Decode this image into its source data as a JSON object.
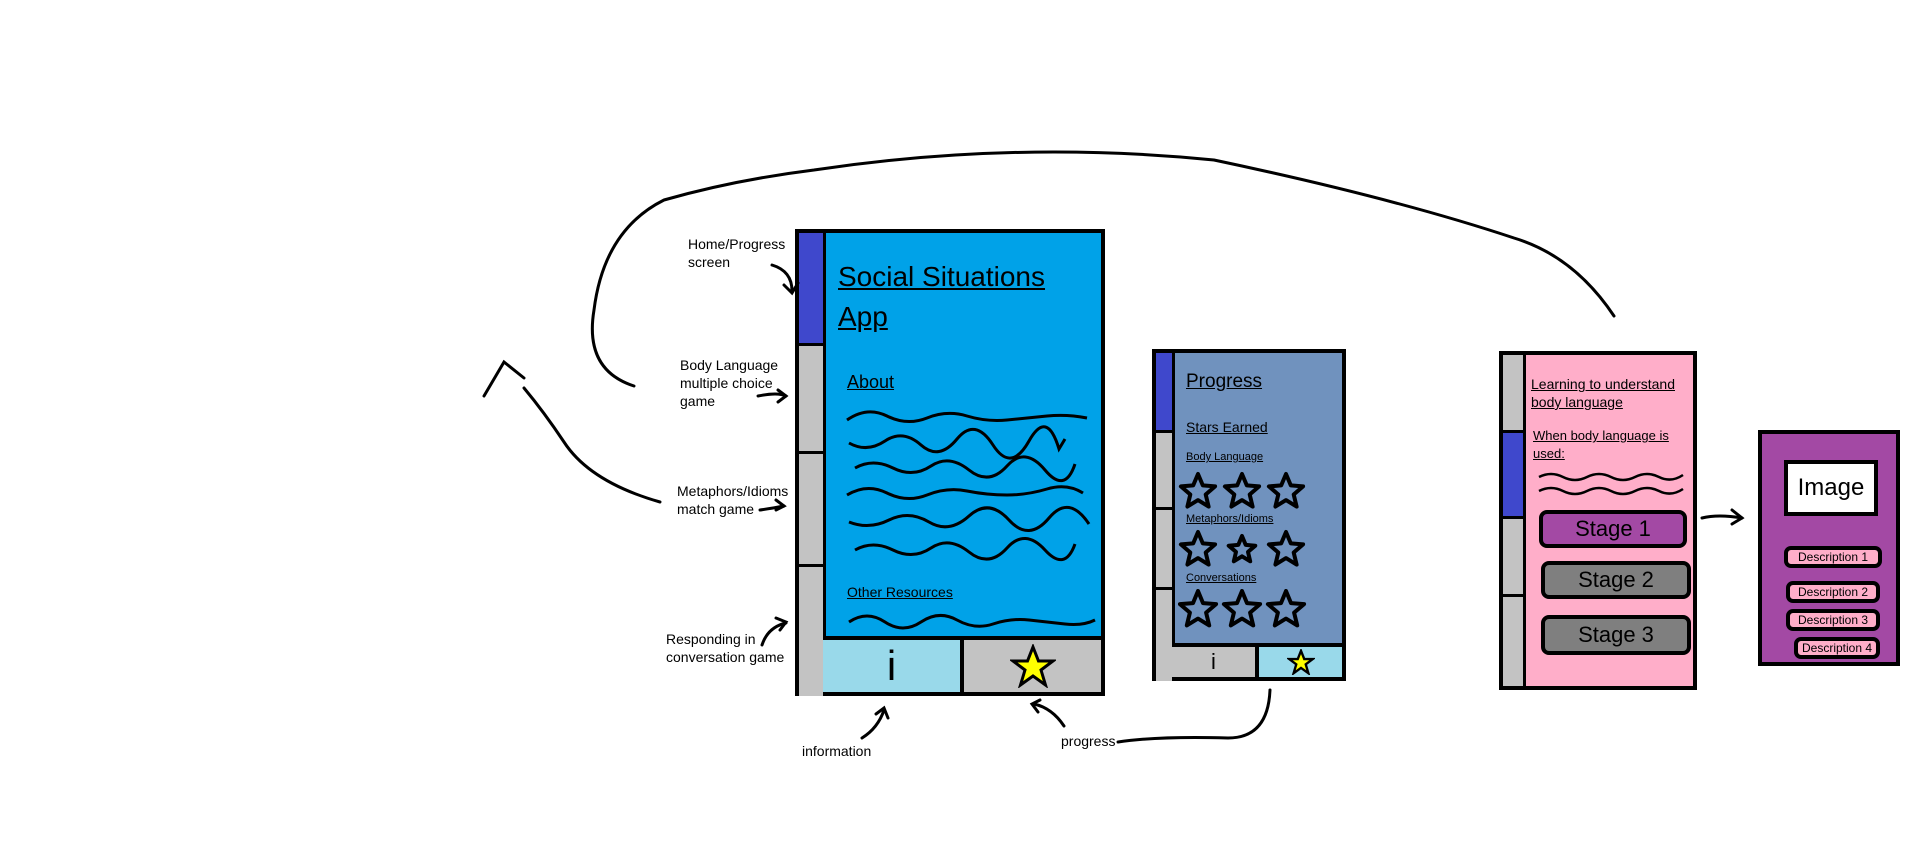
{
  "annotations": {
    "home": "Home/Progress\nscreen",
    "body_language": "Body Language\nmultiple choice\ngame",
    "metaphors": "Metaphors/Idioms\nmatch game",
    "responding": "Responding in\nconversation game",
    "information": "information",
    "progress": "progress"
  },
  "home_screen": {
    "title": "Social Situations App",
    "about_heading": "About",
    "other_resources": "Other Resources",
    "info_tab": "i",
    "progress_tab_icon": "star-icon"
  },
  "progress_screen": {
    "title": "Progress",
    "stars_earned": "Stars Earned",
    "categories": [
      {
        "label": "Body Language",
        "stars": 3
      },
      {
        "label": "Metaphors/Idioms",
        "stars": 3
      },
      {
        "label": "Conversations",
        "stars": 3
      }
    ],
    "info_tab": "i"
  },
  "lesson_screen": {
    "heading": "Learning to understand body language",
    "subheading": "When body language is used:",
    "stages": [
      {
        "label": "Stage 1",
        "state": "selected"
      },
      {
        "label": "Stage 2",
        "state": "default"
      },
      {
        "label": "Stage 3",
        "state": "default"
      }
    ]
  },
  "detail_screen": {
    "image_label": "Image",
    "descriptions": [
      "Description 1",
      "Description 2",
      "Description 3",
      "Description 4"
    ]
  },
  "colors": {
    "home_bg": "#00a2e8",
    "progress_bg": "#7092be",
    "lesson_bg": "#ffaec9",
    "detail_bg": "#a349a4",
    "active_nav": "#3f48cc",
    "inactive_nav": "#c3c3c3",
    "tab_highlight": "#99d9ea",
    "star_fill": "#ffff00"
  }
}
